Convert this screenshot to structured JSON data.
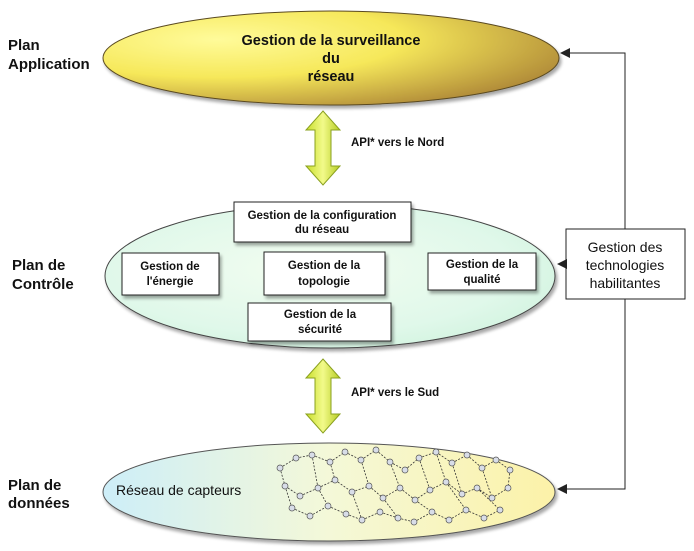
{
  "planes": {
    "application": [
      "Plan",
      "Application"
    ],
    "control": [
      "Plan de",
      "Contrôle"
    ],
    "data": [
      "Plan de",
      "données"
    ]
  },
  "application_ellipse": [
    "Gestion de la surveillance",
    "du",
    "réseau"
  ],
  "api_north": "API* vers le Nord",
  "api_south": "API* vers le Sud",
  "control_boxes": {
    "configuration": [
      "Gestion de la configuration",
      "du réseau"
    ],
    "energie": [
      "Gestion de",
      "l'énergie"
    ],
    "topologie": [
      "Gestion de la",
      "topologie"
    ],
    "qualite": [
      "Gestion de la",
      "qualité"
    ],
    "securite": [
      "Gestion de la",
      "sécurité"
    ]
  },
  "data_ellipse_label": "Réseau de capteurs",
  "side_box": [
    "Gestion des",
    "technologies",
    "habilitantes"
  ],
  "colors": {
    "application_ellipse": [
      "#fff676",
      "#b08a3c"
    ],
    "control_ellipse": [
      "#e8fbd8",
      "#d8f6f0"
    ],
    "data_ellipse": [
      "#d6f0f8",
      "#fdf6b8"
    ],
    "arrow_fill": "#e0f24a",
    "arrow_stroke": "#8aa020"
  },
  "icons": [
    "double-arrow-north-icon",
    "double-arrow-south-icon",
    "sensor-network-icon"
  ]
}
